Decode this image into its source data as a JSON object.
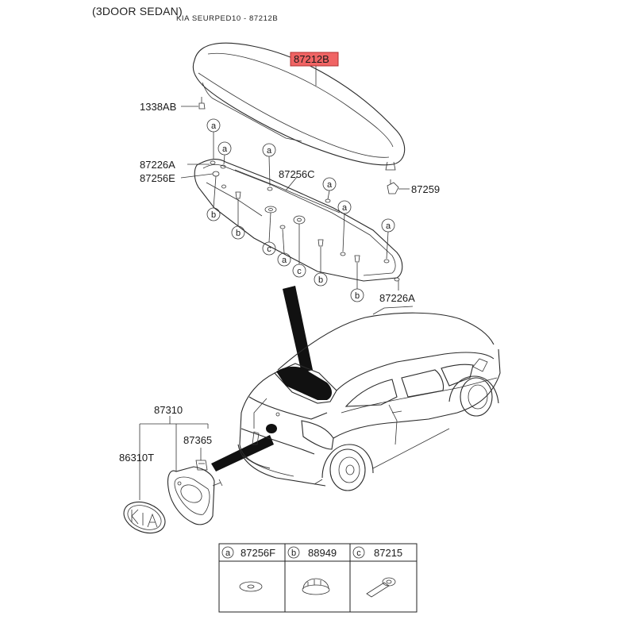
{
  "header": {
    "variant": "(3DOOR SEDAN)",
    "title": "KIA SEURPED10 - 87212B"
  },
  "highlight": {
    "part": "87212B",
    "color": "#f06464"
  },
  "labels": {
    "spoiler": "87212B",
    "bolt": "1338AB",
    "clip_a_top": "87226A",
    "clip_e": "87256E",
    "tape": "87256C",
    "nut": "87259",
    "clip_a_bottom": "87226A",
    "emblem_assy": "87310",
    "emblem": "86310T",
    "emblem_holder": "87365"
  },
  "callouts": [
    "a",
    "b",
    "c"
  ],
  "legend": [
    {
      "key": "a",
      "part": "87256F",
      "icon": "washer-icon"
    },
    {
      "key": "b",
      "part": "88949",
      "icon": "cap-icon"
    },
    {
      "key": "c",
      "part": "87215",
      "icon": "grommet-clip-icon"
    }
  ]
}
